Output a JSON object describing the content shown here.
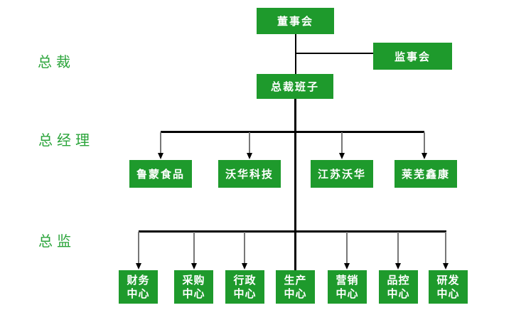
{
  "diagram": {
    "type": "org-chart",
    "levels": [
      {
        "label": "总裁"
      },
      {
        "label": "总经理"
      },
      {
        "label": "总监"
      }
    ],
    "nodes": {
      "board": {
        "label": "董事会"
      },
      "supervisory": {
        "label": "监事会"
      },
      "president_team": {
        "label": "总裁班子"
      },
      "subsidiaries": [
        {
          "label": "鲁蒙食品"
        },
        {
          "label": "沃华科技"
        },
        {
          "label": "江苏沃华"
        },
        {
          "label": "莱芜鑫康"
        }
      ],
      "centers": [
        {
          "line1": "财务",
          "line2": "中心"
        },
        {
          "line1": "采购",
          "line2": "中心"
        },
        {
          "line1": "行政",
          "line2": "中心"
        },
        {
          "line1": "生产",
          "line2": "中心"
        },
        {
          "line1": "营销",
          "line2": "中心"
        },
        {
          "line1": "品控",
          "line2": "中心"
        },
        {
          "line1": "研发",
          "line2": "中心"
        }
      ]
    },
    "colors": {
      "node_bg": "#1e9a2c",
      "node_text": "#ffffff",
      "level_label": "#2aa43a",
      "connector": "#000000",
      "arrow_stem": "#777777"
    }
  }
}
